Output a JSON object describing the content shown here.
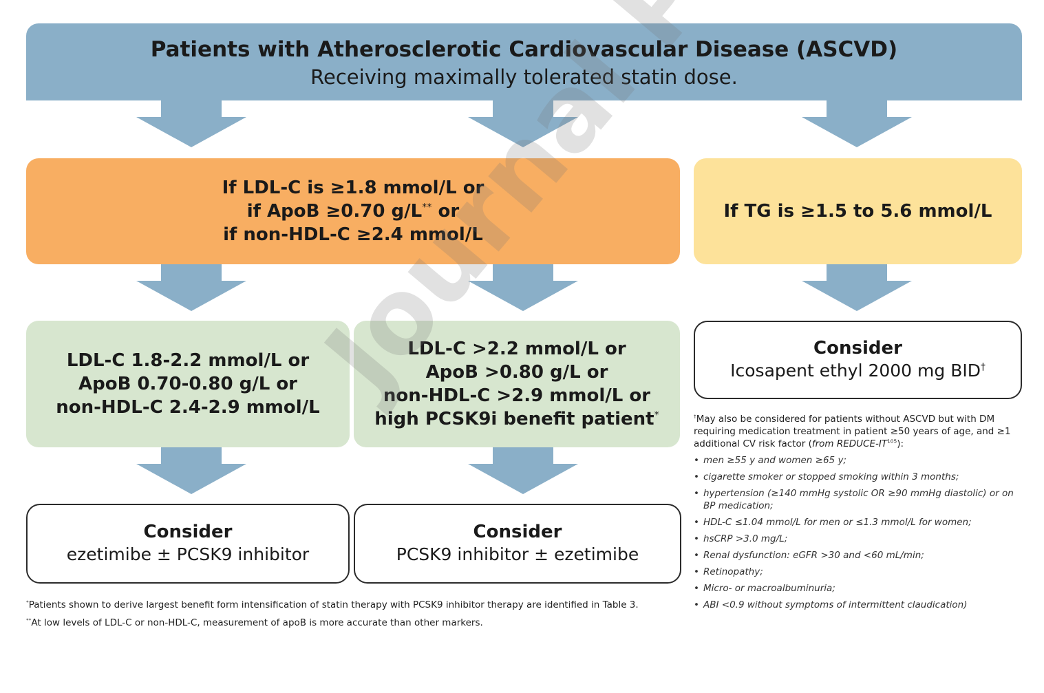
{
  "banner": {
    "title": "Patients with Atherosclerotic Cardiovascular Disease (ASCVD)",
    "subtitle": "Receiving maximally tolerated statin dose."
  },
  "ldl_box": {
    "line1": "If LDL-C is ≥1.8 mmol/L or",
    "line2": "if ApoB ≥0.70 g/L",
    "line2_sup": "**",
    "line2_end": " or",
    "line3": "if non-HDL-C ≥2.4 mmol/L"
  },
  "tg_box": {
    "text": "If TG is ≥1.5 to 5.6 mmol/L"
  },
  "green_left": {
    "lines": [
      "LDL-C 1.8-2.2 mmol/L or",
      "ApoB 0.70-0.80 g/L or",
      "non-HDL-C 2.4-2.9 mmol/L"
    ]
  },
  "green_right": {
    "lines": [
      "LDL-C >2.2 mmol/L or",
      "ApoB >0.80 g/L or",
      "non-HDL-C >2.9 mmol/L or"
    ],
    "line4": "high PCSK9i benefit patient",
    "line4_sup": "*"
  },
  "consider_left": {
    "heading": "Consider",
    "body": "ezetimibe ± PCSK9 inhibitor"
  },
  "consider_mid": {
    "heading": "Consider",
    "body": "PCSK9 inhibitor ± ezetimibe"
  },
  "consider_right": {
    "heading": "Consider",
    "body": "Icosapent ethyl 2000 mg BID",
    "sup": "†"
  },
  "footnotes": {
    "f1_mark": "*",
    "f1": "Patients shown to derive largest benefit form intensification of statin therapy with PCSK9 inhibitor therapy are identified in Table 3.",
    "f2_mark": "**",
    "f2": "At low levels of LDL-C or non-HDL-C, measurement of apoB is more accurate than other markers."
  },
  "side_note": {
    "mark": "†",
    "intro": "May also be considered for patients without ASCVD but with DM requiring medication treatment in patient ≥50 years of age, and ≥1 additional CV risk factor (",
    "source": "from REDUCE-IT",
    "source_ref": "105",
    "intro_end": "):",
    "criteria": [
      "men ≥55 y and women ≥65 y;",
      "cigarette smoker or stopped smoking within 3 months;",
      "hypertension (≥140 mmHg systolic OR ≥90 mmHg diastolic) or on BP medication;",
      "HDL-C ≤1.04 mmol/L for men or ≤1.3 mmol/L for women;",
      "hsCRP >3.0 mg/L;",
      "Renal dysfunction: eGFR >30 and <60 mL/min;",
      "Retinopathy;",
      "Micro- or macroalbuminuria;",
      "ABI <0.9 without symptoms of intermittent claudication)"
    ]
  },
  "watermark": "Journal Pre-proof",
  "colors": {
    "banner": "#8aafc8",
    "arrow": "#8aafc8",
    "orange": "#f8ae62",
    "yellow": "#fde29a",
    "green": "#d7e6cf"
  }
}
